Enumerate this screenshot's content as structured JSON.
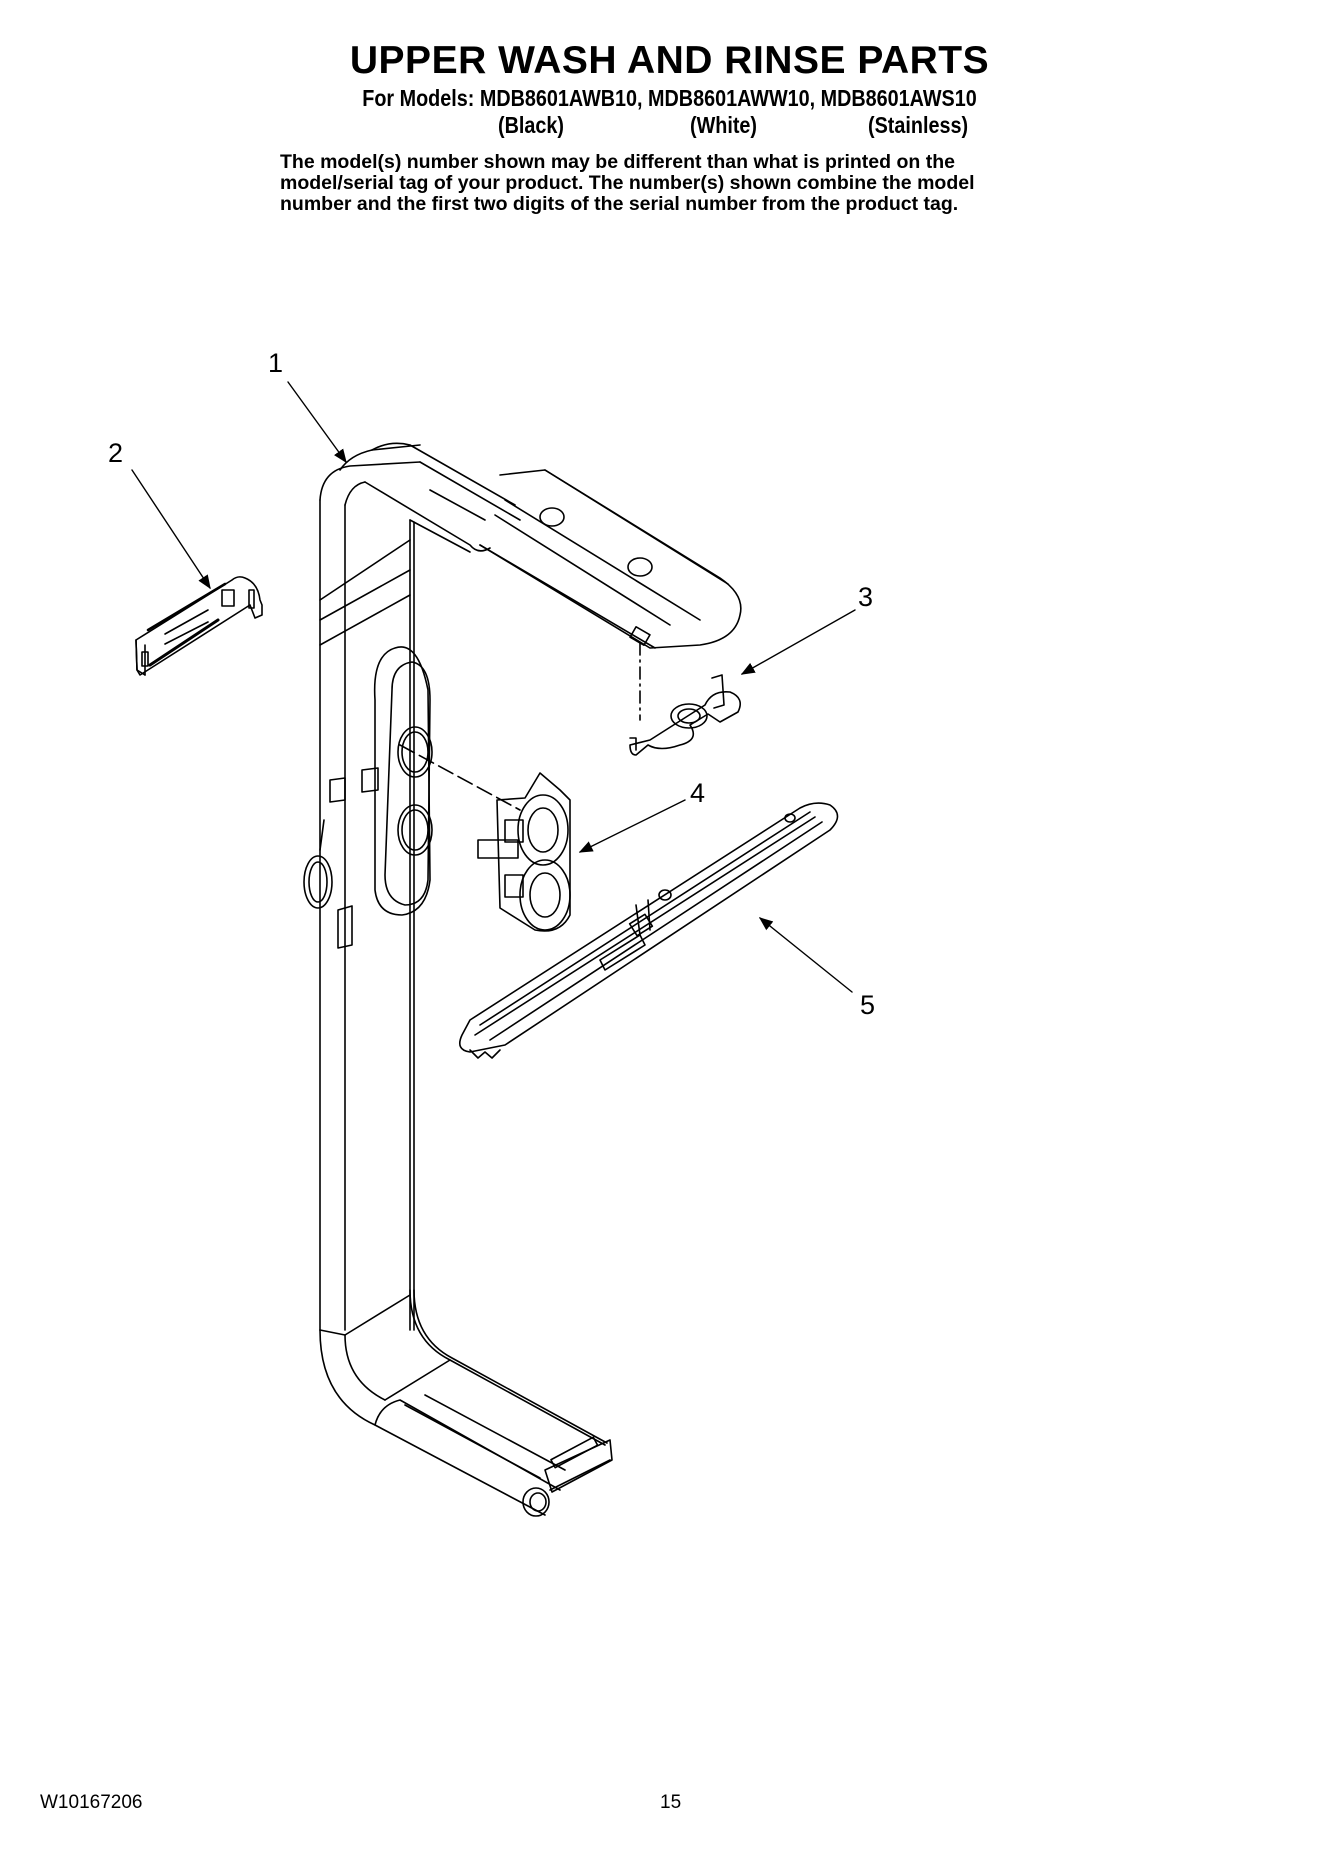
{
  "document": {
    "title": "UPPER WASH AND RINSE PARTS",
    "models_line": "For Models: MDB8601AWB10, MDB8601AWW10, MDB8601AWS10",
    "model_colors": [
      "(Black)",
      "(White)",
      "(Stainless)"
    ],
    "disclaimer": [
      "The model(s) number shown may be different than what is printed on the",
      "model/serial tag of your product. The number(s) shown combine the model",
      "number and the first two digits of the serial number from the product tag."
    ]
  },
  "diagram": {
    "callouts": [
      {
        "number": "1",
        "part": "upper-wash-tube-manifold"
      },
      {
        "number": "2",
        "part": "tube-retaining-clip"
      },
      {
        "number": "3",
        "part": "spray-arm-mount-bracket"
      },
      {
        "number": "4",
        "part": "manifold-connector-seal"
      },
      {
        "number": "5",
        "part": "upper-spray-arm"
      }
    ]
  },
  "footer": {
    "doc_number": "W10167206",
    "page_number": "15"
  }
}
